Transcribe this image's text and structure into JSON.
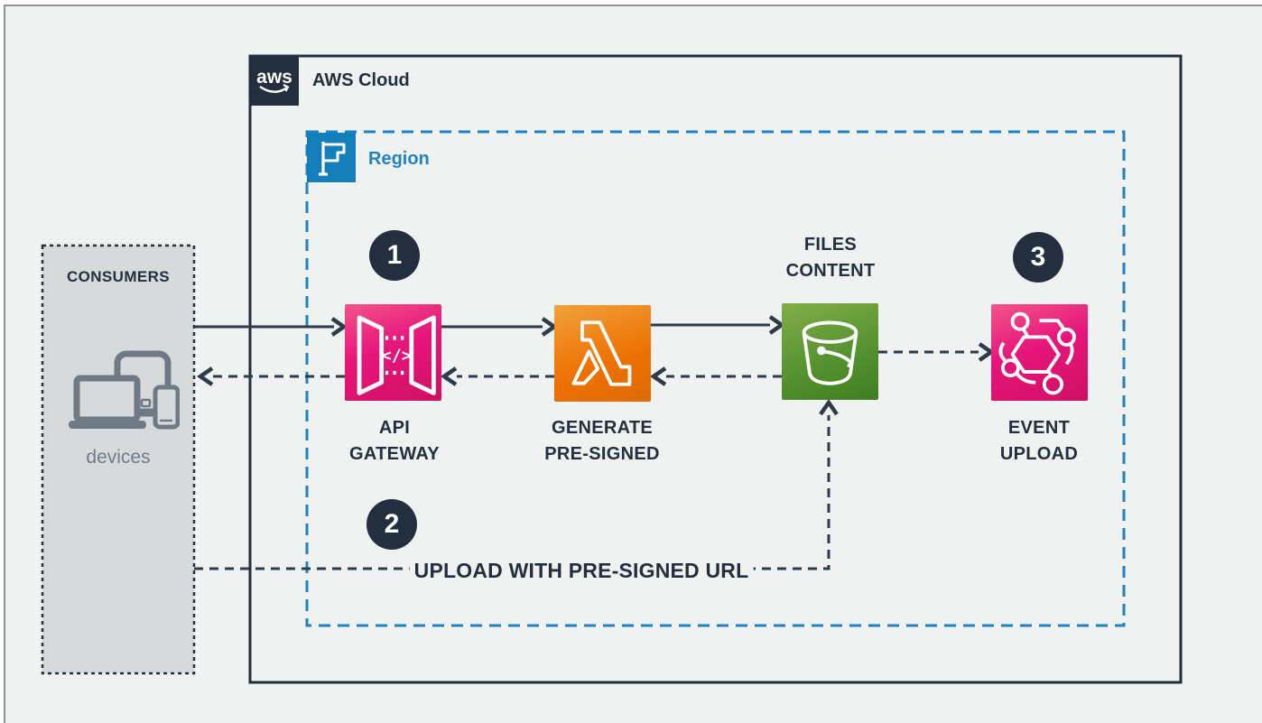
{
  "aws_cloud": {
    "label": "AWS Cloud",
    "logo_text": "aws"
  },
  "region": {
    "label": "Region"
  },
  "consumers": {
    "title": "CONSUMERS",
    "caption": "devices"
  },
  "nodes": {
    "api_gateway": {
      "badge": "1",
      "label_line1": "API",
      "label_line2": "GATEWAY",
      "glyph": "</>",
      "icon": "api-gateway-icon"
    },
    "lambda": {
      "label_line1": "GENERATE",
      "label_line2": "PRE-SIGNED",
      "icon": "lambda-icon"
    },
    "s3": {
      "label_line1": "FILES",
      "label_line2": "CONTENT",
      "icon": "s3-bucket-icon"
    },
    "event": {
      "badge": "3",
      "label_line1": "EVENT",
      "label_line2": "UPLOAD",
      "icon": "event-upload-icon"
    }
  },
  "flow": {
    "badge": "2",
    "label": "UPLOAD WITH PRE-SIGNED URL"
  },
  "colors": {
    "background": "#f0f2f2",
    "ink_navy": "#232f3e",
    "region_blue": "#147EBA",
    "api_gateway_pink": "#E7157B",
    "lambda_orange": "#ED7100",
    "s3_green": "#3F8624",
    "event_pink": "#E7157B",
    "consumers_fill": "#d6dada",
    "device_gray": "#6e7b86"
  }
}
